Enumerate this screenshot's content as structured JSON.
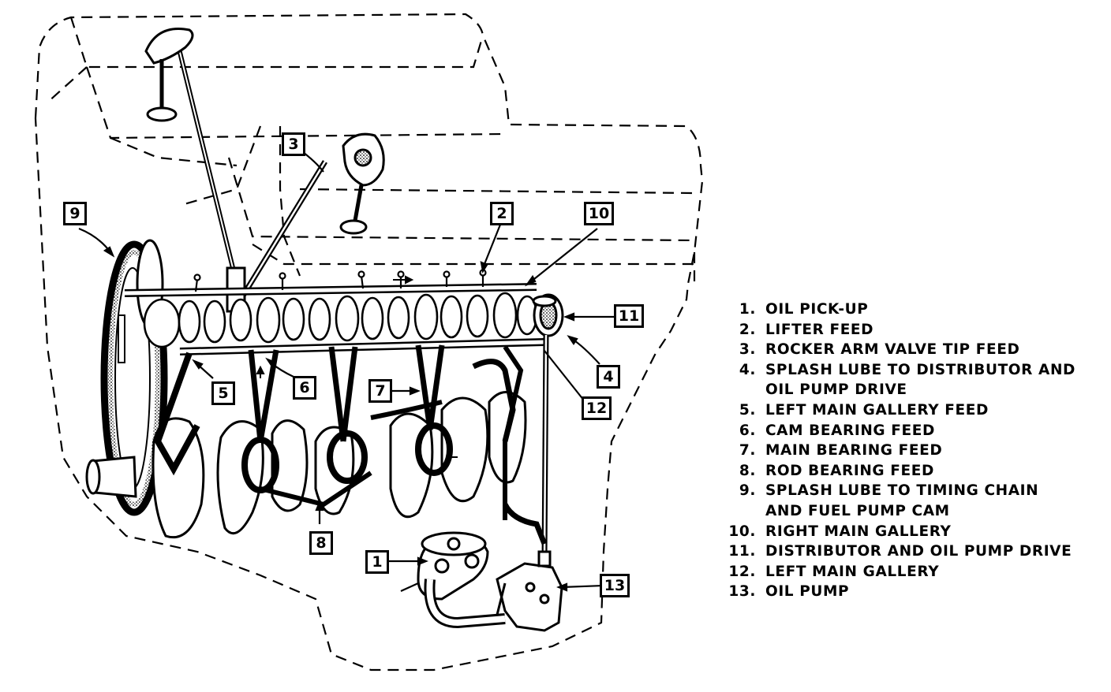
{
  "callouts": [
    "1",
    "2",
    "3",
    "4",
    "5",
    "6",
    "7",
    "8",
    "9",
    "10",
    "11",
    "12",
    "13"
  ],
  "legend": [
    {
      "num": "1.",
      "lines": [
        "OIL PICK-UP"
      ]
    },
    {
      "num": "2.",
      "lines": [
        "LIFTER FEED"
      ]
    },
    {
      "num": "3.",
      "lines": [
        "ROCKER ARM VALVE TIP FEED"
      ]
    },
    {
      "num": "4.",
      "lines": [
        "SPLASH LUBE TO DISTRIBUTOR AND",
        "OIL PUMP DRIVE"
      ]
    },
    {
      "num": "5.",
      "lines": [
        "LEFT MAIN GALLERY FEED"
      ]
    },
    {
      "num": "6.",
      "lines": [
        "CAM BEARING FEED"
      ]
    },
    {
      "num": "7.",
      "lines": [
        "MAIN BEARING FEED"
      ]
    },
    {
      "num": "8.",
      "lines": [
        "ROD BEARING FEED"
      ]
    },
    {
      "num": "9.",
      "lines": [
        "SPLASH LUBE TO TIMING CHAIN",
        "AND FUEL PUMP CAM"
      ]
    },
    {
      "num": "10.",
      "lines": [
        "RIGHT MAIN GALLERY"
      ]
    },
    {
      "num": "11.",
      "lines": [
        "DISTRIBUTOR AND OIL PUMP DRIVE"
      ]
    },
    {
      "num": "12.",
      "lines": [
        "LEFT MAIN GALLERY"
      ]
    },
    {
      "num": "13.",
      "lines": [
        "OIL PUMP"
      ]
    }
  ]
}
